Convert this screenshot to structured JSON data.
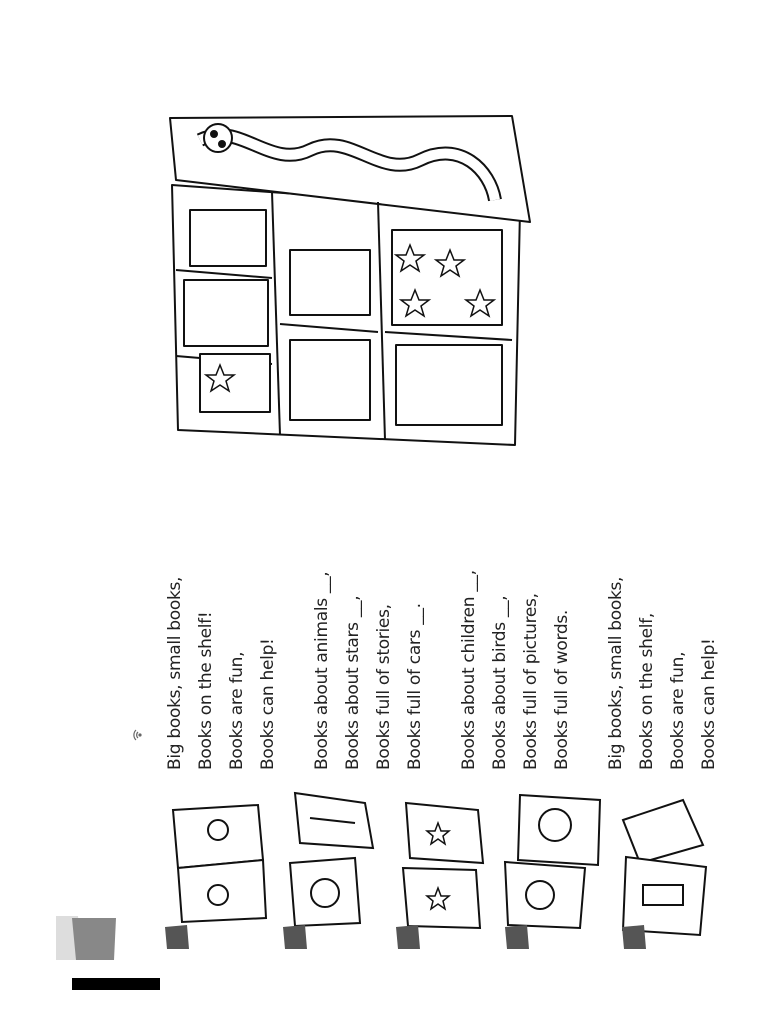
{
  "poem": {
    "stanzas": [
      {
        "lines": [
          "Big books, small books,",
          "Books on the shelf!",
          "Books are fun,",
          "Books can help!"
        ]
      },
      {
        "lines": [
          "Books about animals __,",
          "Books about stars __,",
          "Books full of stories,",
          "Books full of cars __."
        ]
      },
      {
        "lines": [
          "Books about children __,",
          "Books about birds __,",
          "Books full of pictures,",
          "Books full of words."
        ]
      },
      {
        "lines": [
          "Big books, small books,",
          "Books on the shelf,",
          "Books are fun,",
          "Books can help!"
        ]
      }
    ]
  },
  "icons": {
    "audio": "audio-icon",
    "marker": "answer-marker-icon"
  }
}
